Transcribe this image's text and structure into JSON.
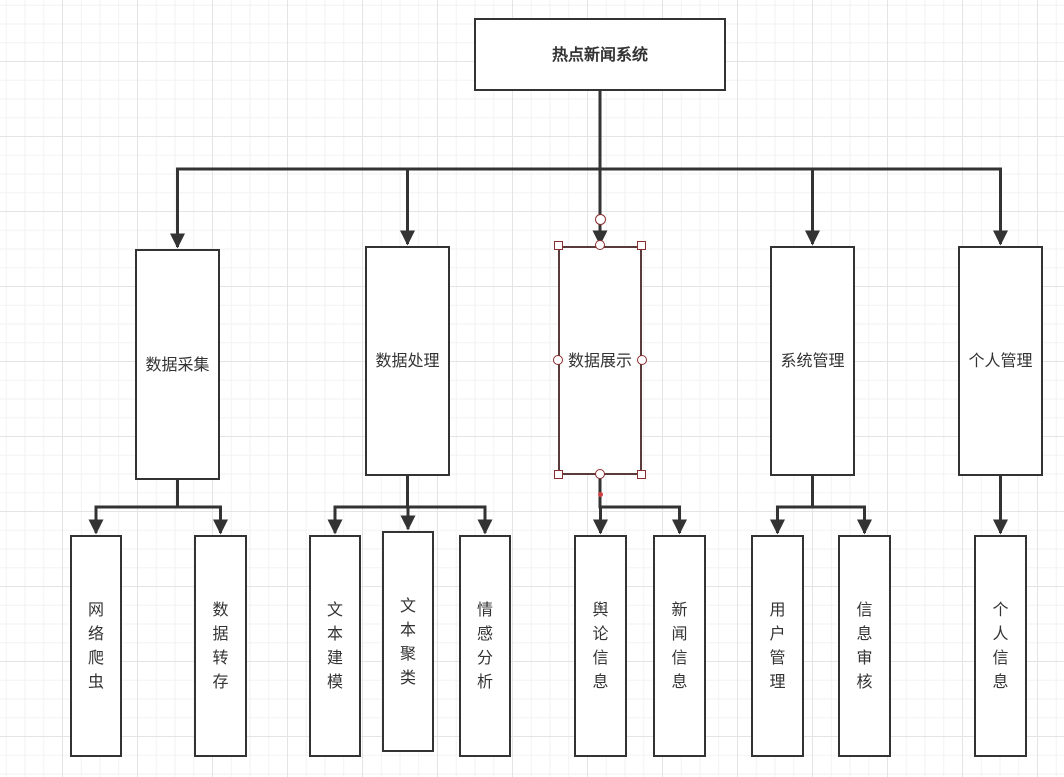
{
  "diagram": {
    "title": "热点新闻系统",
    "colors": {
      "stroke": "#333333",
      "selection": "#8b2e2e",
      "background": "#ffffff",
      "grid": "#e4e4e4"
    },
    "selected_node": "数据展示",
    "root": {
      "id": "root",
      "label": "热点新闻系统"
    },
    "modules": [
      {
        "id": "m1",
        "label": "数据采集",
        "children": [
          {
            "id": "c11",
            "label": "网络爬虫"
          },
          {
            "id": "c12",
            "label": "数据转存"
          }
        ]
      },
      {
        "id": "m2",
        "label": "数据处理",
        "children": [
          {
            "id": "c21",
            "label": "文本建模"
          },
          {
            "id": "c22",
            "label": "文本聚类"
          },
          {
            "id": "c23",
            "label": "情感分析"
          }
        ]
      },
      {
        "id": "m3",
        "label": "数据展示",
        "children": [
          {
            "id": "c31",
            "label": "舆论信息"
          },
          {
            "id": "c32",
            "label": "新闻信息"
          }
        ]
      },
      {
        "id": "m4",
        "label": "系统管理",
        "children": [
          {
            "id": "c41",
            "label": "用户管理"
          },
          {
            "id": "c42",
            "label": "信息审核"
          }
        ]
      },
      {
        "id": "m5",
        "label": "个人管理",
        "children": [
          {
            "id": "c51",
            "label": "个人信息"
          }
        ]
      }
    ]
  }
}
